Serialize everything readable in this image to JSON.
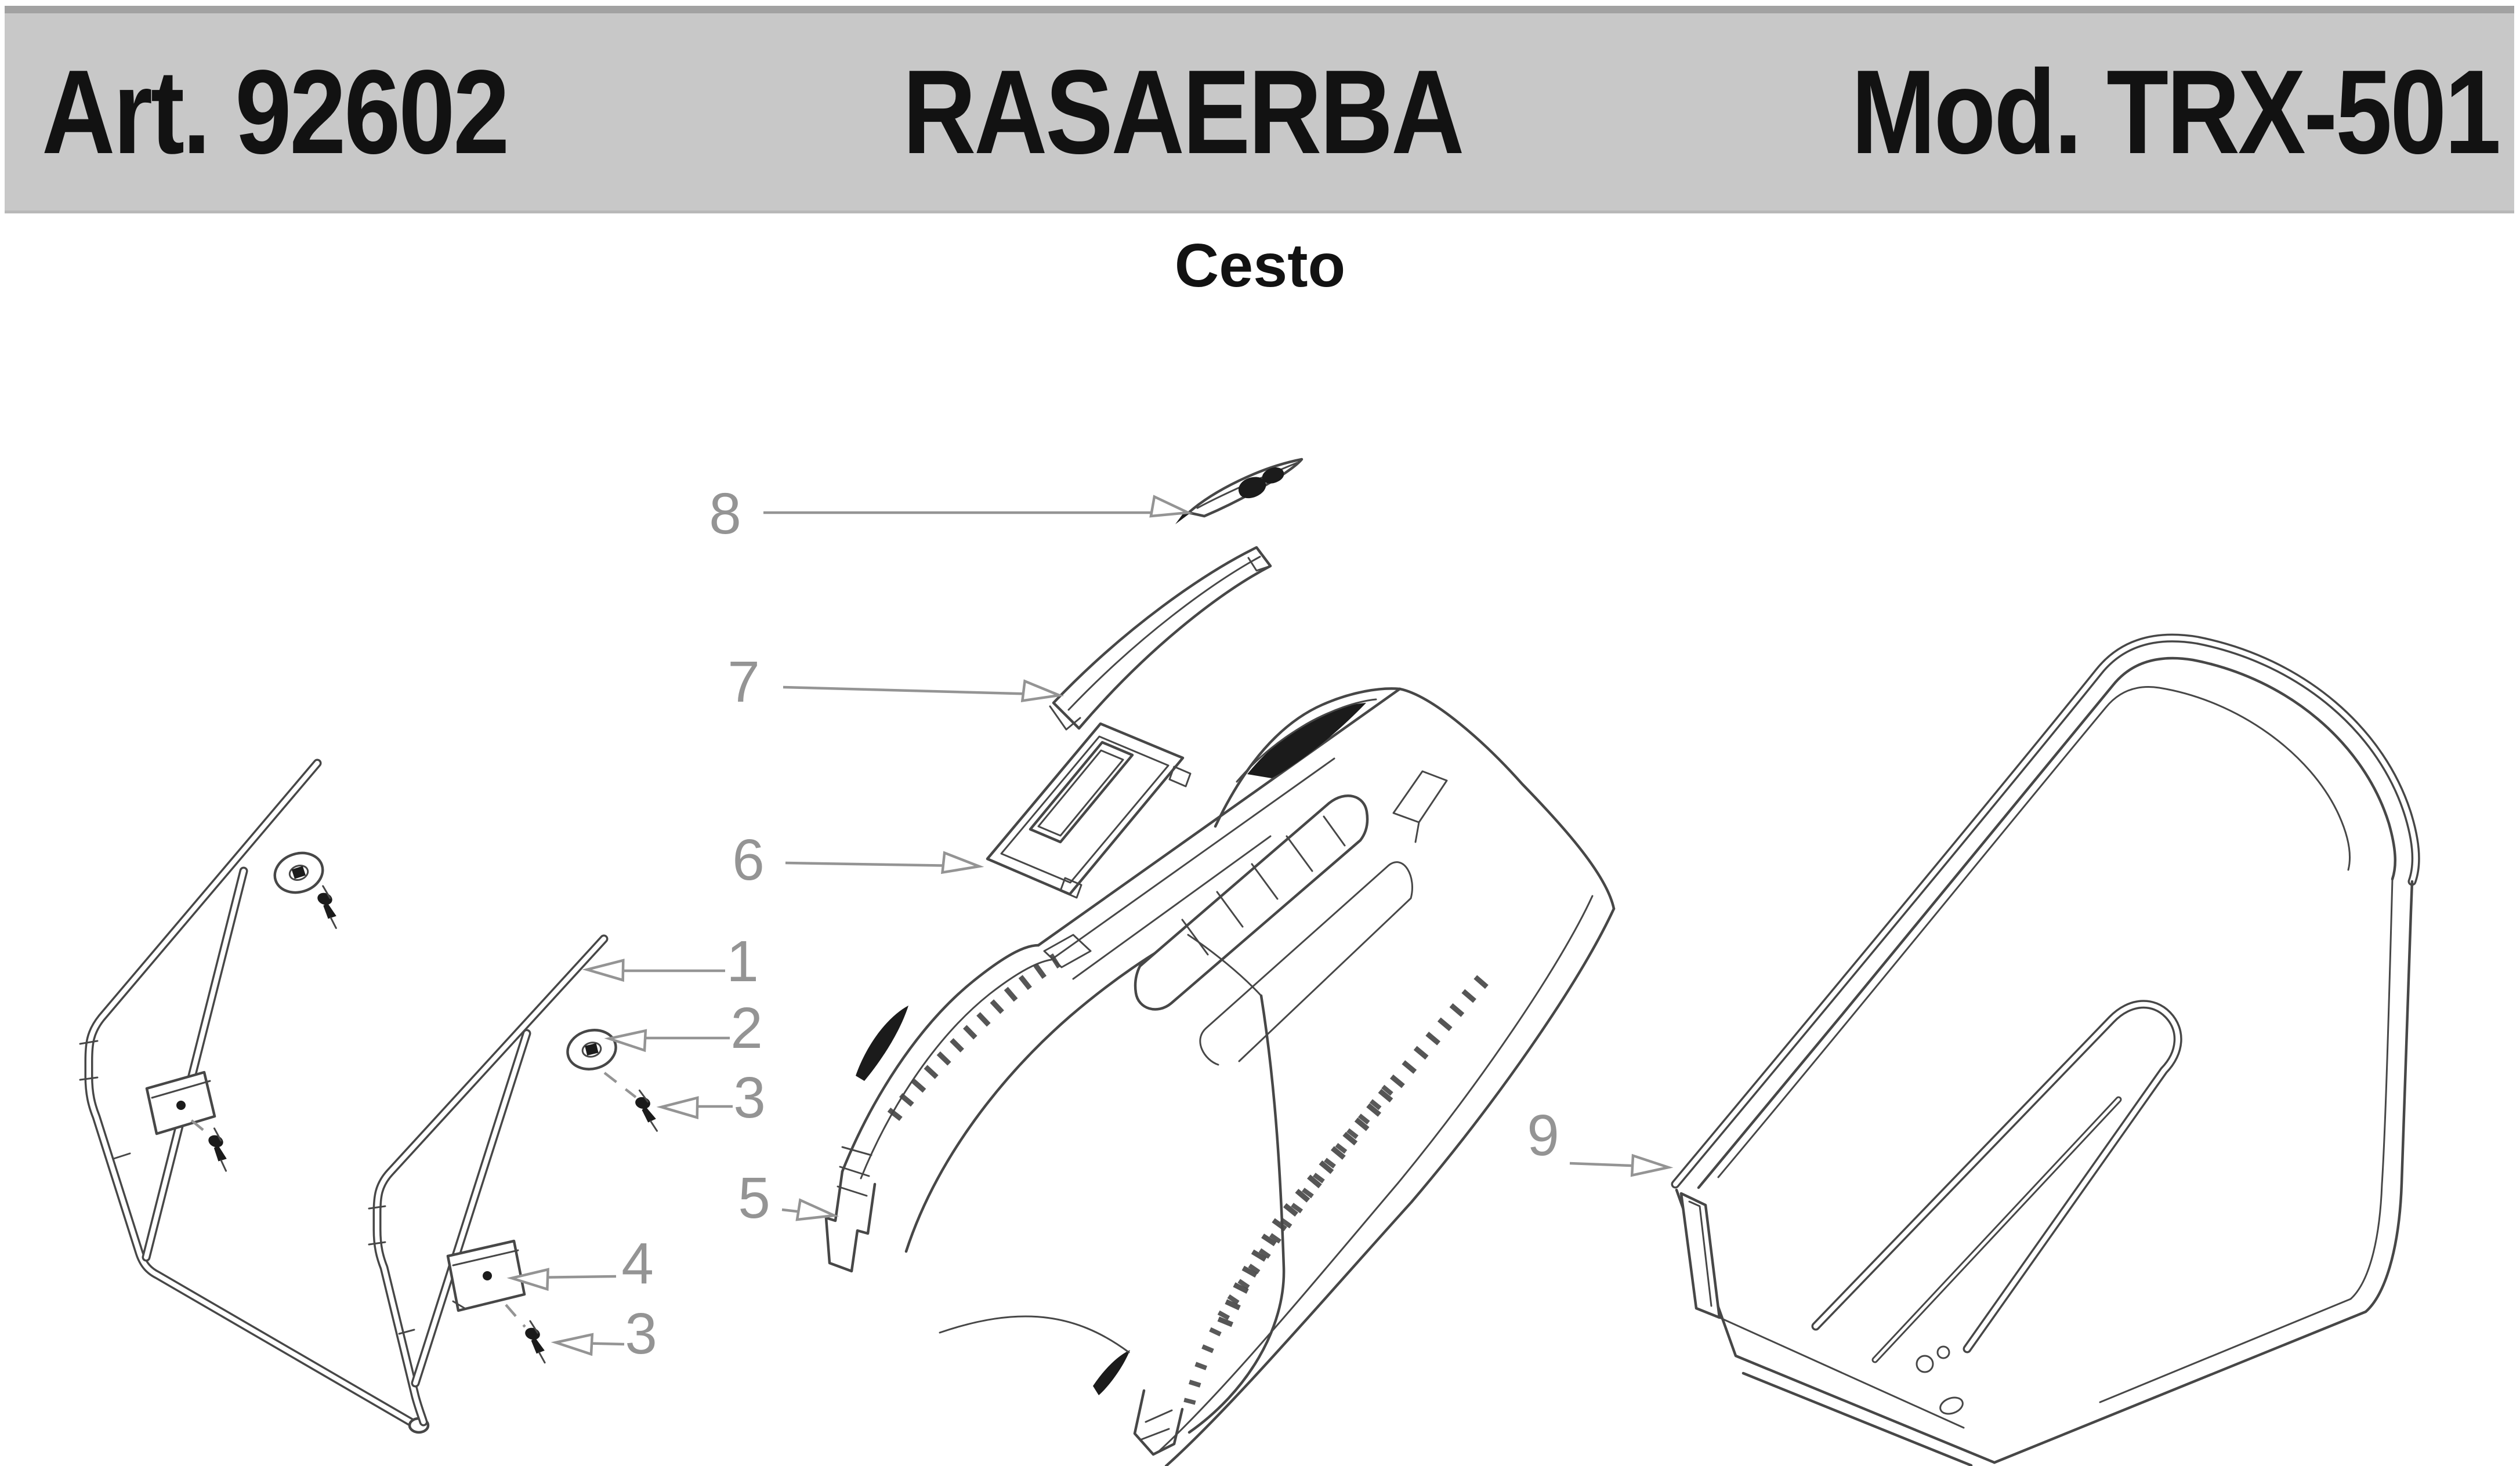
{
  "header": {
    "article_label": "Art. 92602",
    "title": "RASAERBA",
    "model_label": "Mod. TRX-501"
  },
  "subtitle": "Cesto",
  "callouts": [
    {
      "number": "8"
    },
    {
      "number": "7"
    },
    {
      "number": "6"
    },
    {
      "number": "1"
    },
    {
      "number": "2"
    },
    {
      "number": "3"
    },
    {
      "number": "5"
    },
    {
      "number": "4"
    },
    {
      "number": "3"
    },
    {
      "number": "9"
    }
  ],
  "colors": {
    "header_band": "#c8c8c8",
    "band_border": "#a2a2a2",
    "text": "#121212",
    "background": "#ffffff",
    "line": "#474747",
    "label": "#949494",
    "dark": "#1b1b1b"
  }
}
